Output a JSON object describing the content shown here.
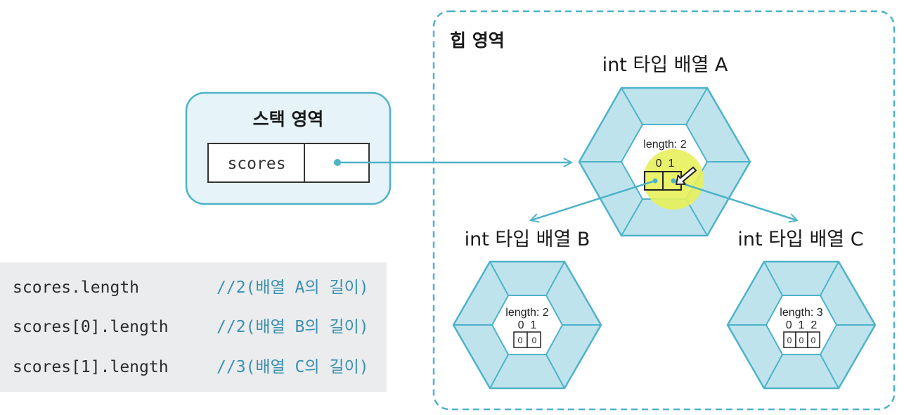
{
  "heap": {
    "title": "힙 영역"
  },
  "stack": {
    "title": "스택 영역",
    "var_name": "scores"
  },
  "arrays": {
    "a": {
      "title": "int 타입 배열 A",
      "length_label": "length: 2",
      "indices": "0  1"
    },
    "b": {
      "title": "int 타입 배열 B",
      "length_label": "length: 2",
      "indices": "0  1",
      "values": [
        "0",
        "0"
      ]
    },
    "c": {
      "title": "int 타입 배열 C",
      "length_label": "length: 3",
      "indices": "0  1  2",
      "values": [
        "0",
        "0",
        "0"
      ]
    }
  },
  "code": [
    {
      "expr": "scores.length",
      "comment": "//2(배열 A의 길이)"
    },
    {
      "expr": "scores[0].length",
      "comment": "//2(배열 B의 길이)"
    },
    {
      "expr": "scores[1].length",
      "comment": "//3(배열 C의 길이)"
    }
  ],
  "colors": {
    "accent": "#4db3c8",
    "hex_outer": "#bfe3ec",
    "hex_inner": "#ffffff",
    "stack_bg": "#e6f3f8",
    "highlight": "#e8f05a",
    "comment": "#3a8fb0"
  }
}
